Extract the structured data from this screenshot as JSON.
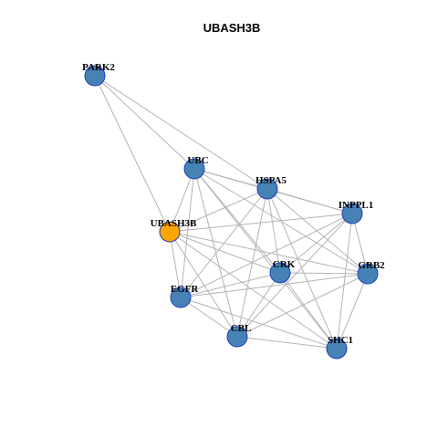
{
  "title": "UBASH3B",
  "colors": {
    "background": "#ffffff",
    "edge": "#b4b4b4",
    "node_fill": "#4682b4",
    "highlight_fill": "#ffa500",
    "node_border": "#1f3fbf"
  },
  "nodes": [
    {
      "id": "PARK2",
      "label": "PARK2",
      "highlight": false
    },
    {
      "id": "UBC",
      "label": "UBC",
      "highlight": false
    },
    {
      "id": "HSPA5",
      "label": "HSPA5",
      "highlight": false
    },
    {
      "id": "INPPL1",
      "label": "INPPL1",
      "highlight": false
    },
    {
      "id": "UBASH3B",
      "label": "UBASH3B",
      "highlight": true
    },
    {
      "id": "CRK",
      "label": "CRK",
      "highlight": false
    },
    {
      "id": "GRB2",
      "label": "GRB2",
      "highlight": false
    },
    {
      "id": "EGFR",
      "label": "EGFR",
      "highlight": false
    },
    {
      "id": "CBL",
      "label": "CBL",
      "highlight": false
    },
    {
      "id": "SHC1",
      "label": "SHC1",
      "highlight": false
    }
  ],
  "edges": [
    [
      "PARK2",
      "UBC"
    ],
    [
      "PARK2",
      "HSPA5"
    ],
    [
      "PARK2",
      "UBASH3B"
    ],
    [
      "UBC",
      "HSPA5"
    ],
    [
      "UBC",
      "INPPL1"
    ],
    [
      "UBC",
      "UBASH3B"
    ],
    [
      "UBC",
      "CRK"
    ],
    [
      "UBC",
      "GRB2"
    ],
    [
      "UBC",
      "EGFR"
    ],
    [
      "UBC",
      "CBL"
    ],
    [
      "UBC",
      "SHC1"
    ],
    [
      "HSPA5",
      "INPPL1"
    ],
    [
      "HSPA5",
      "UBASH3B"
    ],
    [
      "HSPA5",
      "CRK"
    ],
    [
      "HSPA5",
      "GRB2"
    ],
    [
      "HSPA5",
      "EGFR"
    ],
    [
      "HSPA5",
      "CBL"
    ],
    [
      "HSPA5",
      "SHC1"
    ],
    [
      "INPPL1",
      "UBASH3B"
    ],
    [
      "INPPL1",
      "CRK"
    ],
    [
      "INPPL1",
      "GRB2"
    ],
    [
      "INPPL1",
      "EGFR"
    ],
    [
      "INPPL1",
      "CBL"
    ],
    [
      "INPPL1",
      "SHC1"
    ],
    [
      "UBASH3B",
      "CRK"
    ],
    [
      "UBASH3B",
      "GRB2"
    ],
    [
      "UBASH3B",
      "EGFR"
    ],
    [
      "UBASH3B",
      "CBL"
    ],
    [
      "UBASH3B",
      "SHC1"
    ],
    [
      "CRK",
      "GRB2"
    ],
    [
      "CRK",
      "EGFR"
    ],
    [
      "CRK",
      "CBL"
    ],
    [
      "CRK",
      "SHC1"
    ],
    [
      "GRB2",
      "EGFR"
    ],
    [
      "GRB2",
      "CBL"
    ],
    [
      "GRB2",
      "SHC1"
    ],
    [
      "EGFR",
      "CBL"
    ],
    [
      "EGFR",
      "SHC1"
    ],
    [
      "CBL",
      "SHC1"
    ]
  ]
}
